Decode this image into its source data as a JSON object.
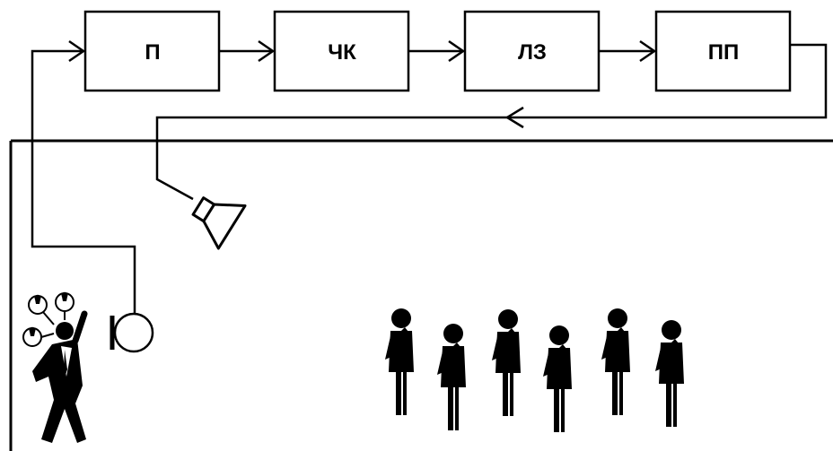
{
  "blocks": [
    {
      "id": "p",
      "label": "П"
    },
    {
      "id": "chk",
      "label": "ЧК"
    },
    {
      "id": "lz",
      "label": "ЛЗ"
    },
    {
      "id": "pp",
      "label": "ПП"
    }
  ],
  "icons": {
    "loudspeaker": "loudspeaker-icon",
    "microphone": "microphone-icon",
    "speaker_person": "speaker-person-icon",
    "idea_bulbs": "lightbulb-icon",
    "listener": "listener-person-icon"
  },
  "audience": {
    "listener_count": 6
  },
  "colors": {
    "stroke": "#000000",
    "background": "#ffffff"
  }
}
